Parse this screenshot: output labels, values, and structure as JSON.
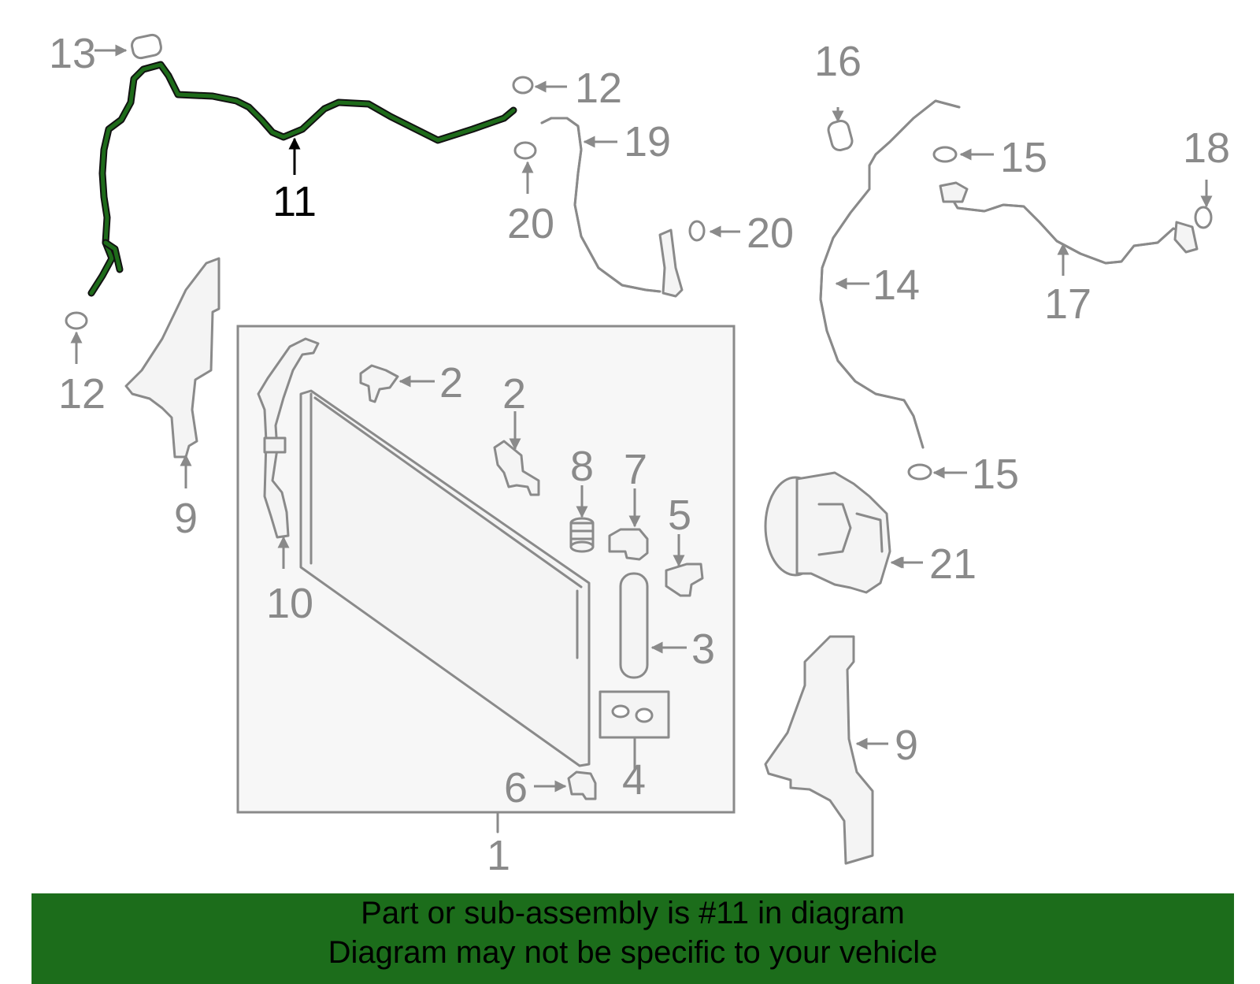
{
  "diagram": {
    "highlighted_part": "11",
    "callouts": {
      "c1": "1",
      "c2a": "2",
      "c2b": "2",
      "c3": "3",
      "c4": "4",
      "c5": "5",
      "c6": "6",
      "c7": "7",
      "c8": "8",
      "c9a": "9",
      "c9b": "9",
      "c10": "10",
      "c11": "11",
      "c12a": "12",
      "c12b": "12",
      "c13": "13",
      "c14": "14",
      "c15a": "15",
      "c15b": "15",
      "c16": "16",
      "c17": "17",
      "c18": "18",
      "c19": "19",
      "c20a": "20",
      "c20b": "20",
      "c21": "21"
    },
    "colors": {
      "highlight": "#1e6b1a",
      "parts": "#8a8a8a",
      "banner": "#1c6d1b"
    }
  },
  "banner": {
    "line1": "Part or sub-assembly is #11 in diagram",
    "line2": "Diagram may not be specific to your vehicle"
  }
}
